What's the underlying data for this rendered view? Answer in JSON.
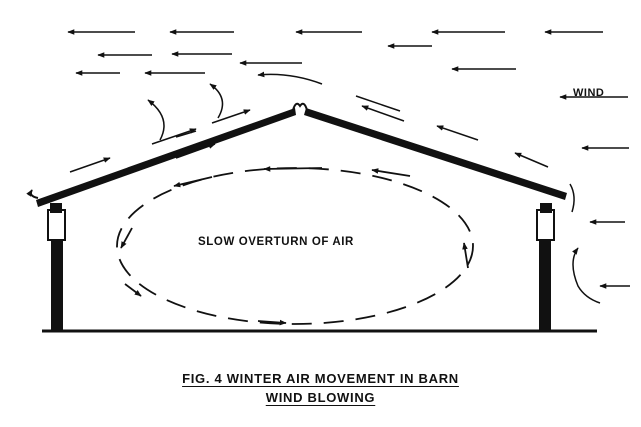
{
  "labels": {
    "wind": "WIND",
    "center": "SLOW OVERTURN OF AIR"
  },
  "caption": {
    "line1": "FIG. 4 WINTER AIR MOVEMENT IN BARN",
    "line2": "WIND BLOWING"
  },
  "colors": {
    "ink": "#111111",
    "background": "#ffffff"
  }
}
